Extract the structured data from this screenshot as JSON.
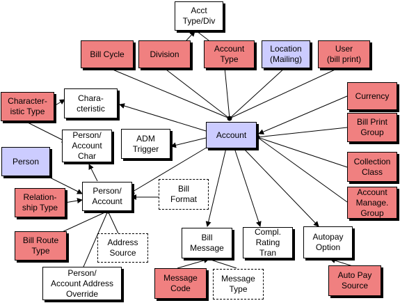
{
  "colors": {
    "pink": "#f08080",
    "lavender": "#ccccff",
    "white": "#ffffff",
    "line": "#000000"
  },
  "nodes": {
    "acct_type_div": "Acct\nType/Div",
    "bill_cycle": "Bill Cycle",
    "division": "Division",
    "account_type": "Account\nType",
    "location_mailing": "Location\n(Mailing)",
    "user_bill_print": "User\n(bill print)",
    "characteristic_type": "Character-\nistic Type",
    "characteristic": "Chara-\ncteristic",
    "currency": "Currency",
    "person_account_char": "Person/\nAccount\nChar",
    "adm_trigger": "ADM\nTrigger",
    "account": "Account",
    "bill_print_group": "Bill Print\nGroup",
    "person": "Person",
    "collection_class": "Collection\nClass",
    "relationship_type": "Relation-\nship Type",
    "person_account": "Person/\nAccount",
    "bill_format": "Bill\nFormat",
    "account_manage_group": "Account\nManage.\nGroup",
    "bill_route_type": "Bill Route\nType",
    "address_source": "Address\nSource",
    "bill_message": "Bill\nMessage",
    "compl_rating_tran": "Compl.\nRating\nTran",
    "autopay_option": "Autopay\nOption",
    "person_account_address_override": "Person/\nAccount Address\nOverride",
    "message_code": "Message\nCode",
    "message_type": "Message\nType",
    "auto_pay_source": "Auto Pay\nSource"
  }
}
